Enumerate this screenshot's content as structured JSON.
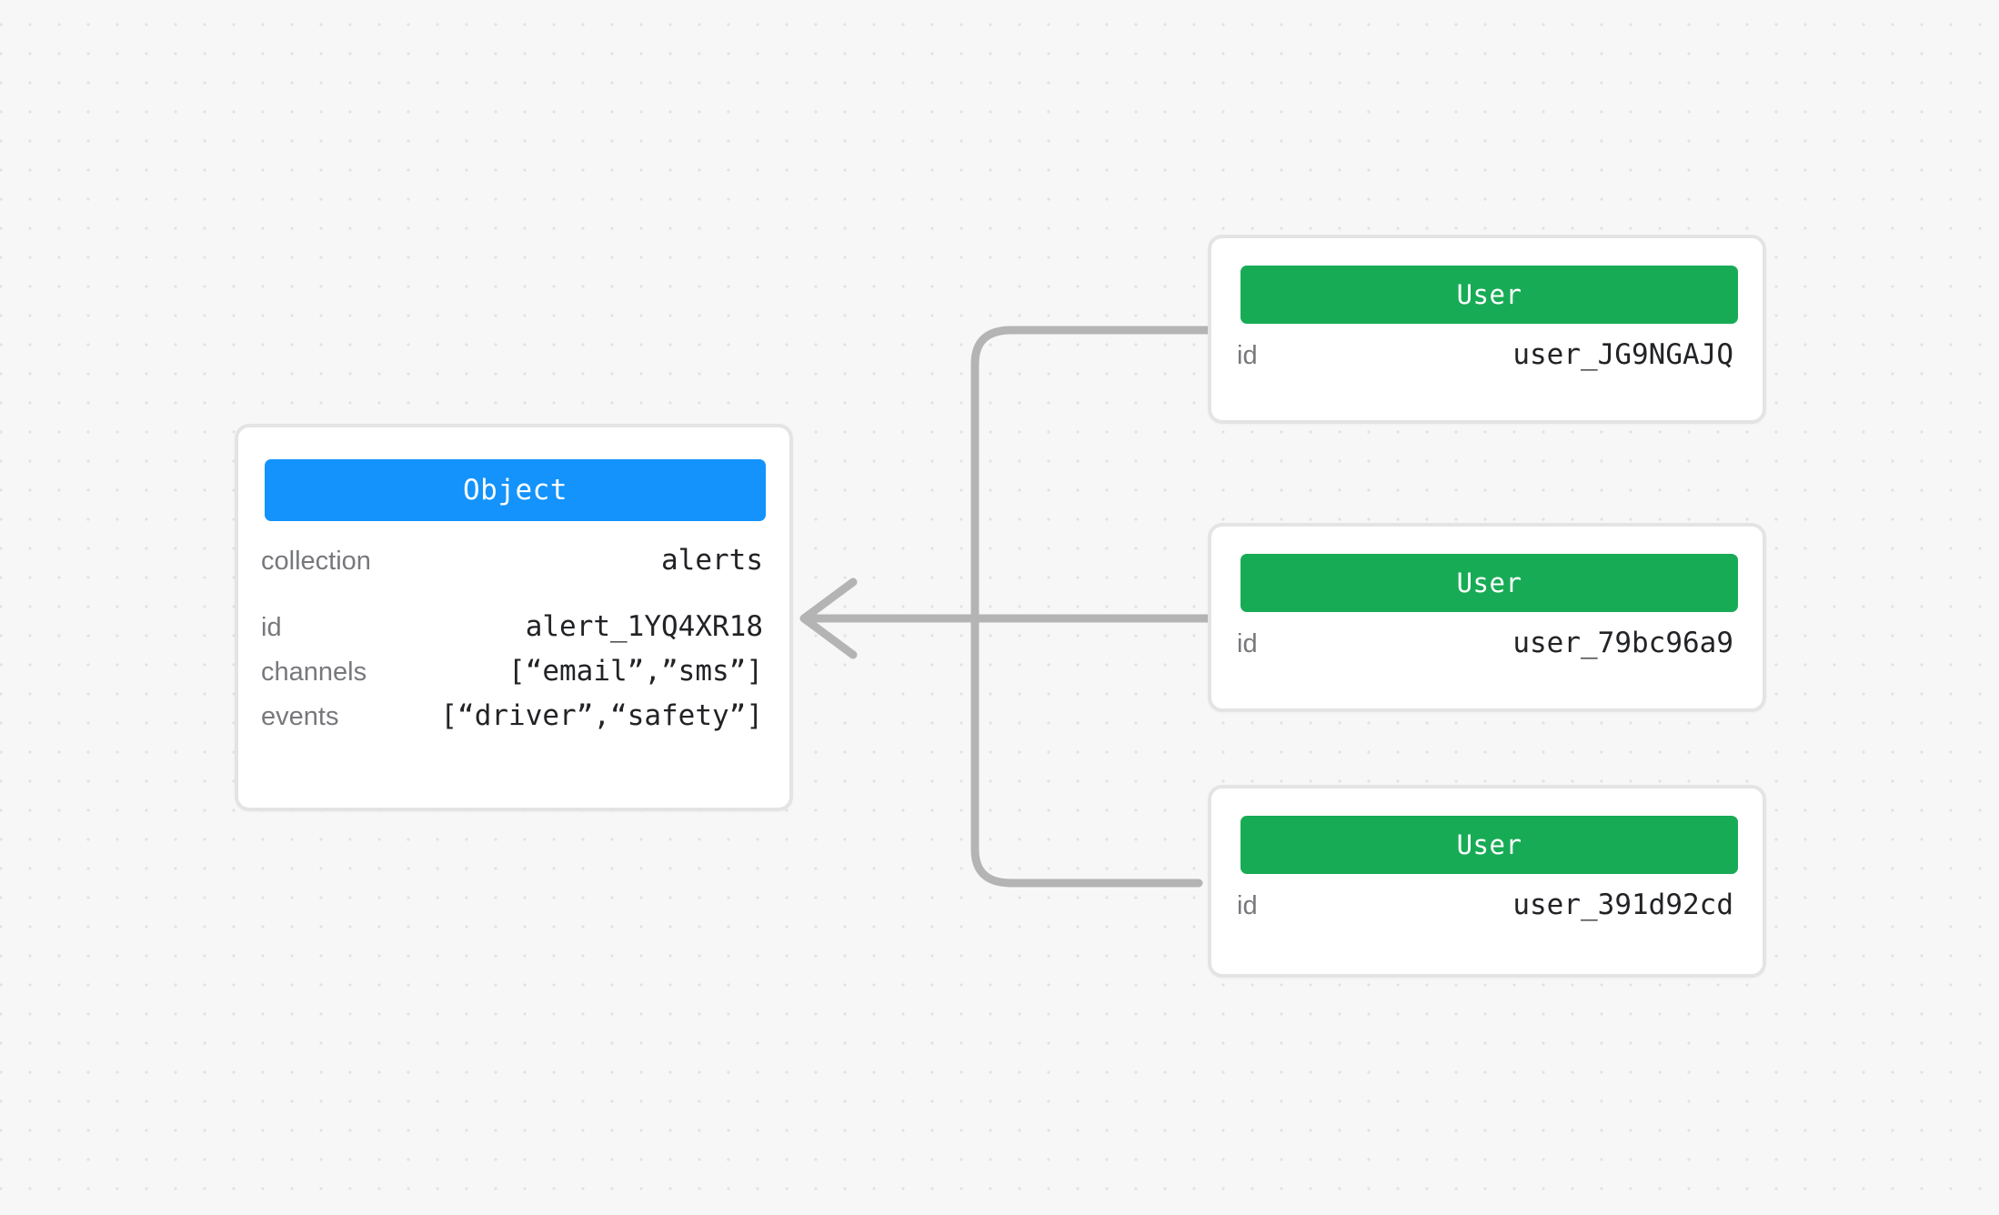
{
  "canvas": {
    "background_color": "#f7f7f7",
    "dot_color": "#e2e2e2",
    "connector_color": "#b4b4b4"
  },
  "object_node": {
    "header_label": "Object",
    "header_color": "#1393fb",
    "fields": [
      {
        "key": "collection",
        "value": "alerts"
      },
      {
        "key": "id",
        "value": "alert_1YQ4XR18"
      },
      {
        "key": "channels",
        "value": "[“email”,”sms”]"
      },
      {
        "key": "events",
        "value": "[“driver”,“safety”]"
      }
    ]
  },
  "user_nodes": [
    {
      "header_label": "User",
      "header_color": "#18ab56",
      "fields": [
        {
          "key": "id",
          "value": "user_JG9NGAJQ"
        }
      ]
    },
    {
      "header_label": "User",
      "header_color": "#18ab56",
      "fields": [
        {
          "key": "id",
          "value": "user_79bc96a9"
        }
      ]
    },
    {
      "header_label": "User",
      "header_color": "#18ab56",
      "fields": [
        {
          "key": "id",
          "value": "user_391d92cd"
        }
      ]
    }
  ],
  "connectors": {
    "description": "three user nodes join a shared trunk that points with an arrowhead at the object node",
    "arrow_direction": "left"
  }
}
